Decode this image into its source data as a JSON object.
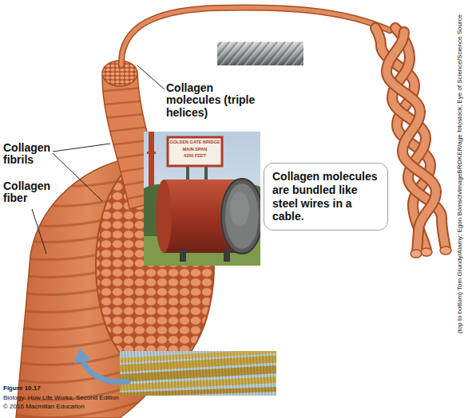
{
  "diagram": {
    "nodes": [
      {
        "text": [
          "Collagen molecules are bundled like steel wires in a cable."
        ]
      }
    ],
    "labels": [
      "Collagen molecules (triple helices)",
      "Collagen fibrils",
      "Collagen fiber",
      "GOLDEN GATE BRIDGE",
      "MAIN SPAN",
      "4200 FEET",
      "Figure 10.17",
      "Biology: How Life Works, Second Edition",
      "© 2016 Macmillan Education",
      "(top to bottom) Tom Grundy/Alamy; Egon Bömsch/imageBROKER/age fotostock; Eye of Science/Science Source"
    ]
  }
}
